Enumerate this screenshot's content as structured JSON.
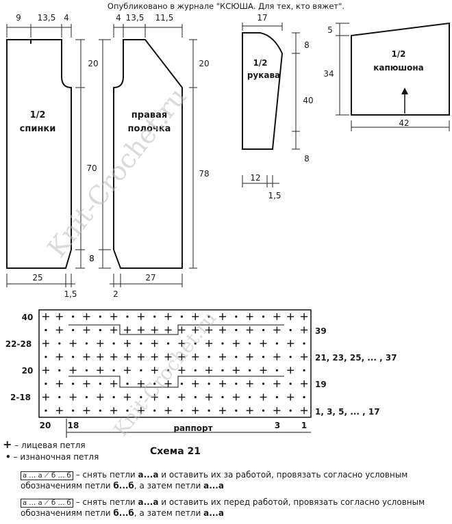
{
  "note": "Опубликовано в журнале \"КСЮША. Для тех, кто вяжет\".",
  "watermark": "Knit-Crochet.ru",
  "back": {
    "label1": "1/2",
    "label2": "спинки",
    "dims": {
      "top_left": "9",
      "top_mid": "13,5",
      "top_right": "4",
      "armhole": "20",
      "body": "70",
      "rib": "8",
      "width": "25",
      "edge": "1,5"
    }
  },
  "front": {
    "label1": "правая",
    "label2": "полочка",
    "dims": {
      "top_left": "4",
      "top_mid": "13,5",
      "top_right": "11,5",
      "armhole": "20",
      "length": "78",
      "rib": "8",
      "width": "27",
      "edge": "2"
    }
  },
  "sleeve": {
    "label1": "1/2",
    "label2": "рукава",
    "dims": {
      "top": "17",
      "cap": "8",
      "body": "40",
      "cuff": "8",
      "bottom": "12",
      "edge": "1,5"
    }
  },
  "hood": {
    "label1": "1/2",
    "label2": "капюшона",
    "dims": {
      "slope": "5",
      "height": "34",
      "width": "42"
    }
  },
  "scheme": {
    "title": "Схема 21",
    "left_rows": [
      "40",
      "22-28",
      "20",
      "2-18"
    ],
    "right_rows": [
      "39",
      "21, 23, 25, ... , 37",
      "19",
      "1, 3, 5, ... , 17"
    ],
    "bottom_left": "20",
    "bottom_18": "18",
    "repeat_label": "раппорт",
    "bottom_3": "3",
    "bottom_1": "1"
  },
  "legend": {
    "knit": "– лицевая петля",
    "purl": "– изнаночная петля",
    "box": "а … а б … б",
    "box_left": "а … а",
    "box_right": "б … б",
    "line1_a": "– снять петли ",
    "line1_b": "а...а",
    "line1_c": " и оставить их за работой, провязать согласно условным",
    "line2_a": "обозначениям петли ",
    "line2_b": "б...б",
    "line2_c": ", а затем петли ",
    "line2_d": "а...а",
    "line3_a": "– снять петли ",
    "line3_b": "а...а",
    "line3_c": " и оставить их перед работой, провязать согласно условным",
    "line4_a": "обозначениям петли ",
    "line4_b": "б...б",
    "line4_c": ", а затем петли ",
    "line4_d": "а...а"
  }
}
